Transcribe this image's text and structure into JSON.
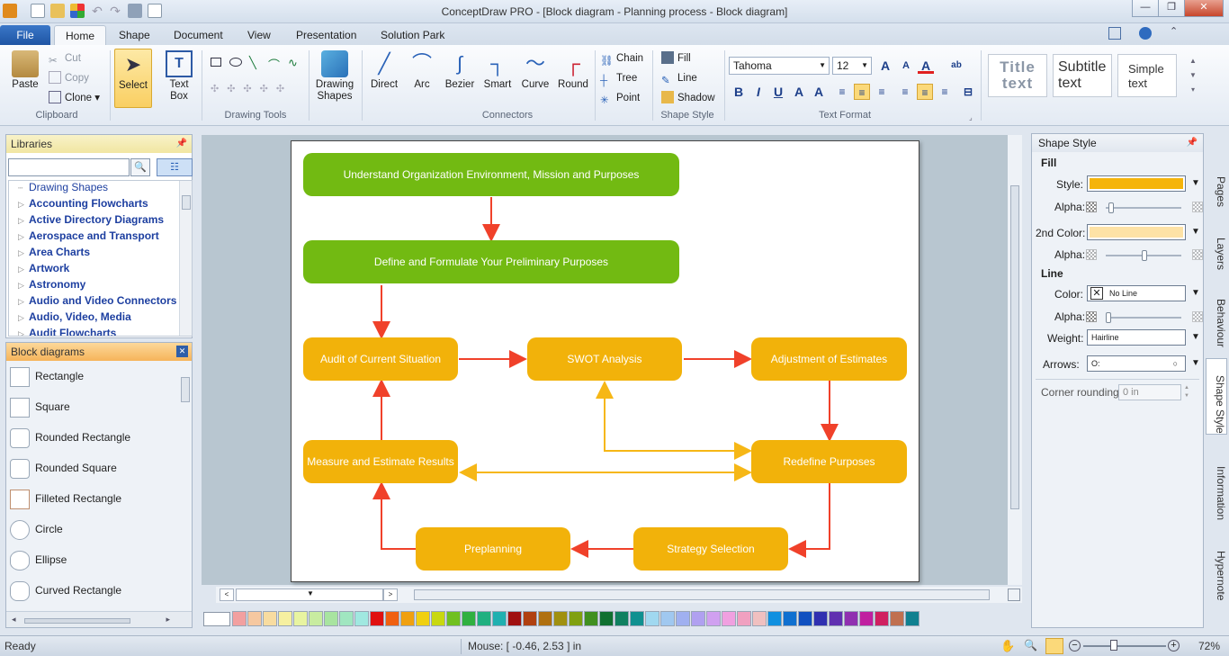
{
  "window": {
    "title": "ConceptDraw PRO - [Block diagram - Planning process - Block diagram]",
    "controls": [
      "minimize",
      "maximize",
      "close"
    ]
  },
  "tabs": {
    "file": "File",
    "items": [
      {
        "label": "Home",
        "active": true
      },
      {
        "label": "Shape"
      },
      {
        "label": "Document"
      },
      {
        "label": "View"
      },
      {
        "label": "Presentation"
      },
      {
        "label": "Solution Park"
      }
    ]
  },
  "ribbon": {
    "clipboard": {
      "label": "Clipboard",
      "paste": "Paste",
      "cut": "Cut",
      "copy": "Copy",
      "clone": "Clone"
    },
    "select": {
      "label": "Select"
    },
    "textbox": {
      "label": "Text Box"
    },
    "drawing_tools": {
      "label": "Drawing Tools"
    },
    "drawing_shapes": {
      "label": "Drawing Shapes"
    },
    "connectors": {
      "label": "Connectors",
      "direct": "Direct",
      "arc": "Arc",
      "bezier": "Bezier",
      "smart": "Smart",
      "curve": "Curve",
      "round": "Round",
      "chain": "Chain",
      "tree": "Tree",
      "point": "Point"
    },
    "shape_style": {
      "label": "Shape Style",
      "fill": "Fill",
      "line": "Line",
      "shadow": "Shadow"
    },
    "text_format": {
      "label": "Text Format",
      "font": "Tahoma",
      "size": "12"
    },
    "text_styles": {
      "title": "Title text",
      "subtitle": "Subtitle text",
      "simple": "Simple text"
    }
  },
  "libraries": {
    "header": "Libraries",
    "search_placeholder": "",
    "items": [
      "Drawing Shapes",
      "Accounting Flowcharts",
      "Active Directory Diagrams",
      "Aerospace and Transport",
      "Area Charts",
      "Artwork",
      "Astronomy",
      "Audio and Video Connectors",
      "Audio, Video, Media",
      "Audit Flowcharts"
    ]
  },
  "block_diagrams": {
    "header": "Block diagrams",
    "items": [
      "Rectangle",
      "Square",
      "Rounded Rectangle",
      "Rounded Square",
      "Filleted Rectangle",
      "Circle",
      "Ellipse",
      "Curved Rectangle"
    ]
  },
  "diagram": {
    "nodes": [
      {
        "id": "n1",
        "text": "Understand Organization Environment, Mission and Purposes",
        "color": "#72ba12"
      },
      {
        "id": "n2",
        "text": "Define and Formulate Your Preliminary Purposes",
        "color": "#72ba12"
      },
      {
        "id": "n3",
        "text": "Audit of Current Situation",
        "color": "#f2b20a"
      },
      {
        "id": "n4",
        "text": "SWOT Analysis",
        "color": "#f2b20a"
      },
      {
        "id": "n5",
        "text": "Adjustment of Estimates",
        "color": "#f2b20a"
      },
      {
        "id": "n6",
        "text": "Measure and Estimate Results",
        "color": "#f2b20a"
      },
      {
        "id": "n7",
        "text": "Redefine Purposes",
        "color": "#f2b20a"
      },
      {
        "id": "n8",
        "text": "Preplanning",
        "color": "#f2b20a"
      },
      {
        "id": "n9",
        "text": "Strategy Selection",
        "color": "#f2b20a"
      }
    ],
    "arrow_color_red": "#f0412a",
    "arrow_color_orange": "#f6b716"
  },
  "shape_style_panel": {
    "header": "Shape Style",
    "fill": "Fill",
    "style_label": "Style:",
    "alpha_label": "Alpha:",
    "second_color_label": "2nd Color:",
    "line": "Line",
    "color_label": "Color:",
    "color_value": "No Line",
    "weight_label": "Weight:",
    "weight_value": "Hairline",
    "arrows_label": "Arrows:",
    "arrows_value": "O:",
    "corner_label": "Corner rounding:",
    "corner_value": "0 in",
    "style_color": "#f5b40a",
    "second_color": "#fde2a6"
  },
  "side_tabs": [
    "Pages",
    "Layers",
    "Behaviour",
    "Shape Style",
    "Information",
    "Hypernote"
  ],
  "palette": [
    "#f2a0a0",
    "#f6c8a0",
    "#f8dca0",
    "#f6f0a0",
    "#e8f4a0",
    "#c8eca0",
    "#a8e4a0",
    "#a0e6c0",
    "#a0e8e0",
    "#e01010",
    "#f06010",
    "#f0a010",
    "#f0d010",
    "#c8d810",
    "#70c020",
    "#30b040",
    "#20b080",
    "#20b0b0",
    "#a01010",
    "#b04010",
    "#b07010",
    "#a09010",
    "#80a010",
    "#409020",
    "#107030",
    "#108060",
    "#109090",
    "#a0d8f0",
    "#a0c8f0",
    "#a0b0f0",
    "#b0a0f0",
    "#d0a0f0",
    "#f0a0e0",
    "#f0a0c0",
    "#f0c0c0",
    "#1090e0",
    "#1070d0",
    "#1050c0",
    "#3030b0",
    "#6030b0",
    "#9030b0",
    "#c020a0",
    "#d02060",
    "#c07050",
    "#108090"
  ],
  "status": {
    "ready": "Ready",
    "mouse": "Mouse: [ -0.46, 2.53 ] in",
    "zoom": "72%"
  }
}
